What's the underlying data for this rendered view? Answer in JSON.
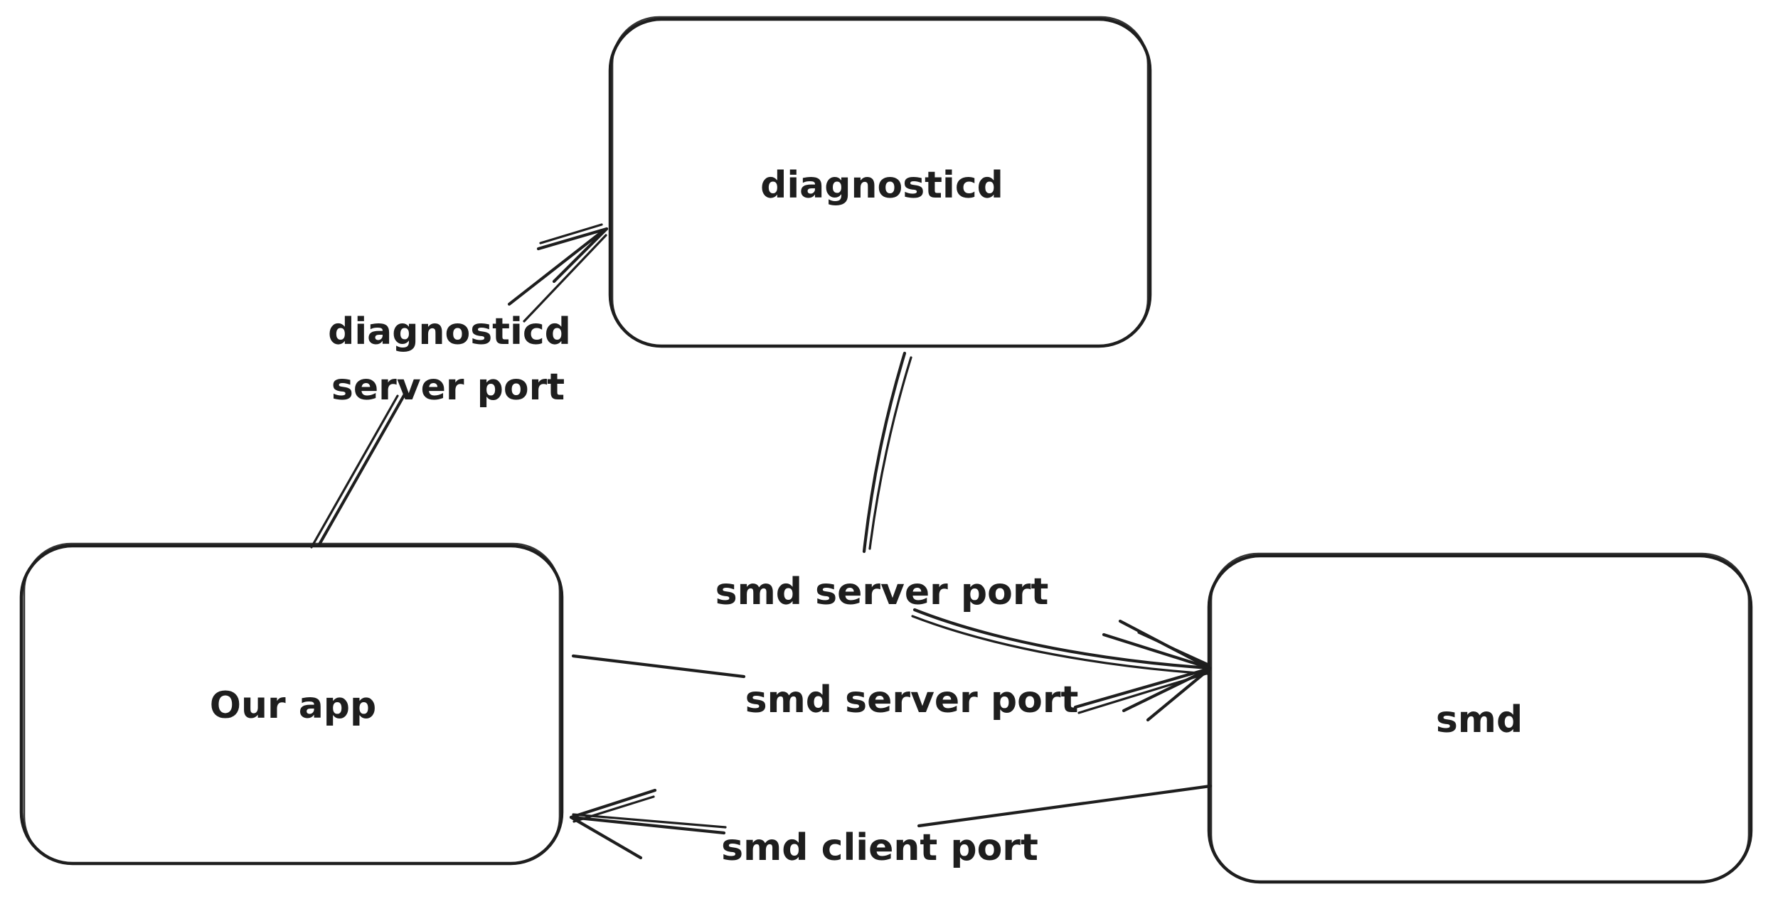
{
  "colors": {
    "stroke": "#1e1e1e",
    "background": "#ffffff"
  },
  "nodes": [
    {
      "label": "diagnosticd"
    },
    {
      "label": "Our app"
    },
    {
      "label": "smd"
    }
  ],
  "edges": [
    {
      "from": "Our app",
      "to": "diagnosticd",
      "label": "diagnosticd server port",
      "label_lines": [
        "diagnosticd",
        "server port"
      ]
    },
    {
      "from": "diagnosticd",
      "to": "smd",
      "label": "smd server port"
    },
    {
      "from": "Our app",
      "to": "smd",
      "label": "smd server port"
    },
    {
      "from": "smd",
      "to": "Our app",
      "label": "smd client port"
    }
  ]
}
